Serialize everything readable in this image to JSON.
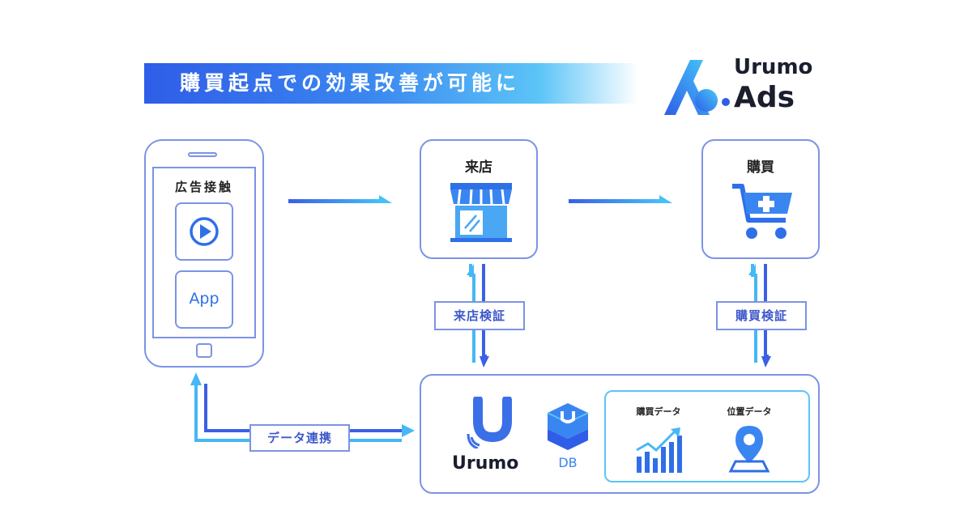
{
  "banner": {
    "title": "購買起点での効果改善が可能に"
  },
  "logo": {
    "line1": "Urumo",
    "line2": "Ads"
  },
  "phone": {
    "label": "広告接触",
    "app_label": "App"
  },
  "store": {
    "label": "来店"
  },
  "purchase": {
    "label": "購買"
  },
  "verify": {
    "store": "来店検証",
    "purchase": "購買検証"
  },
  "sync": {
    "label": "データ連携"
  },
  "platform": {
    "name": "Urumo",
    "db": "DB",
    "purchase_data": "購買データ",
    "location_data": "位置データ"
  },
  "colors": {
    "accent": "#2f5de8",
    "light": "#45b8f5",
    "border": "#7b93e6"
  }
}
